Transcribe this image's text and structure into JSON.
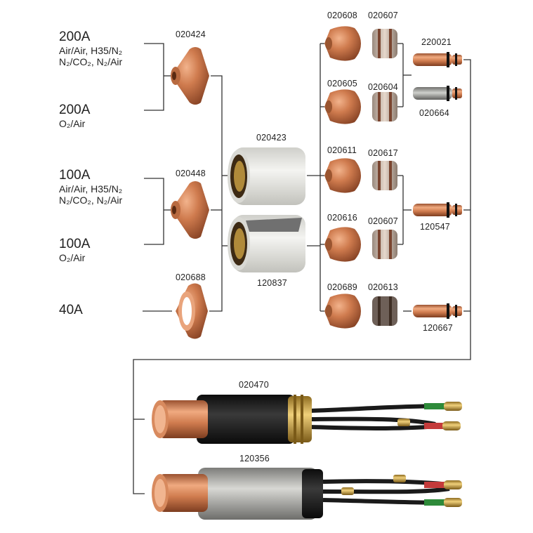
{
  "groups": [
    {
      "amps": "200A",
      "gases": [
        "Air/Air, H35/N₂",
        "N₂/CO₂, N₂/Air"
      ]
    },
    {
      "amps": "200A",
      "gases": [
        "O₂/Air"
      ]
    },
    {
      "amps": "100A",
      "gases": [
        "Air/Air, H35/N₂",
        "N₂/CO₂, N₂/Air"
      ]
    },
    {
      "amps": "100A",
      "gases": [
        "O₂/Air"
      ]
    },
    {
      "amps": "40A",
      "gases": []
    }
  ],
  "part_numbers": {
    "shield_200": "020424",
    "shield_100": "020448",
    "shield_40": "020688",
    "retaining_cap": "020423",
    "retaining_cap_alt": "120837",
    "nozzle_1": "020608",
    "swirl_1": "020607",
    "nozzle_2": "020605",
    "swirl_2": "020604",
    "nozzle_3": "020611",
    "swirl_3": "020617",
    "nozzle_4": "020616",
    "swirl_4": "020607",
    "nozzle_5": "020689",
    "swirl_5": "020613",
    "electrode_1": "220021",
    "electrode_2": "020664",
    "electrode_3": "120547",
    "electrode_4": "120667",
    "torch_1": "020470",
    "torch_2": "120356"
  },
  "colors": {
    "copper": "#c8744a",
    "line": "#333333",
    "cap_white": "#e2e2de",
    "torch_black": "#1c1c1c",
    "torch_silver": "#a9a9a6",
    "brass": "#c9a23f"
  }
}
